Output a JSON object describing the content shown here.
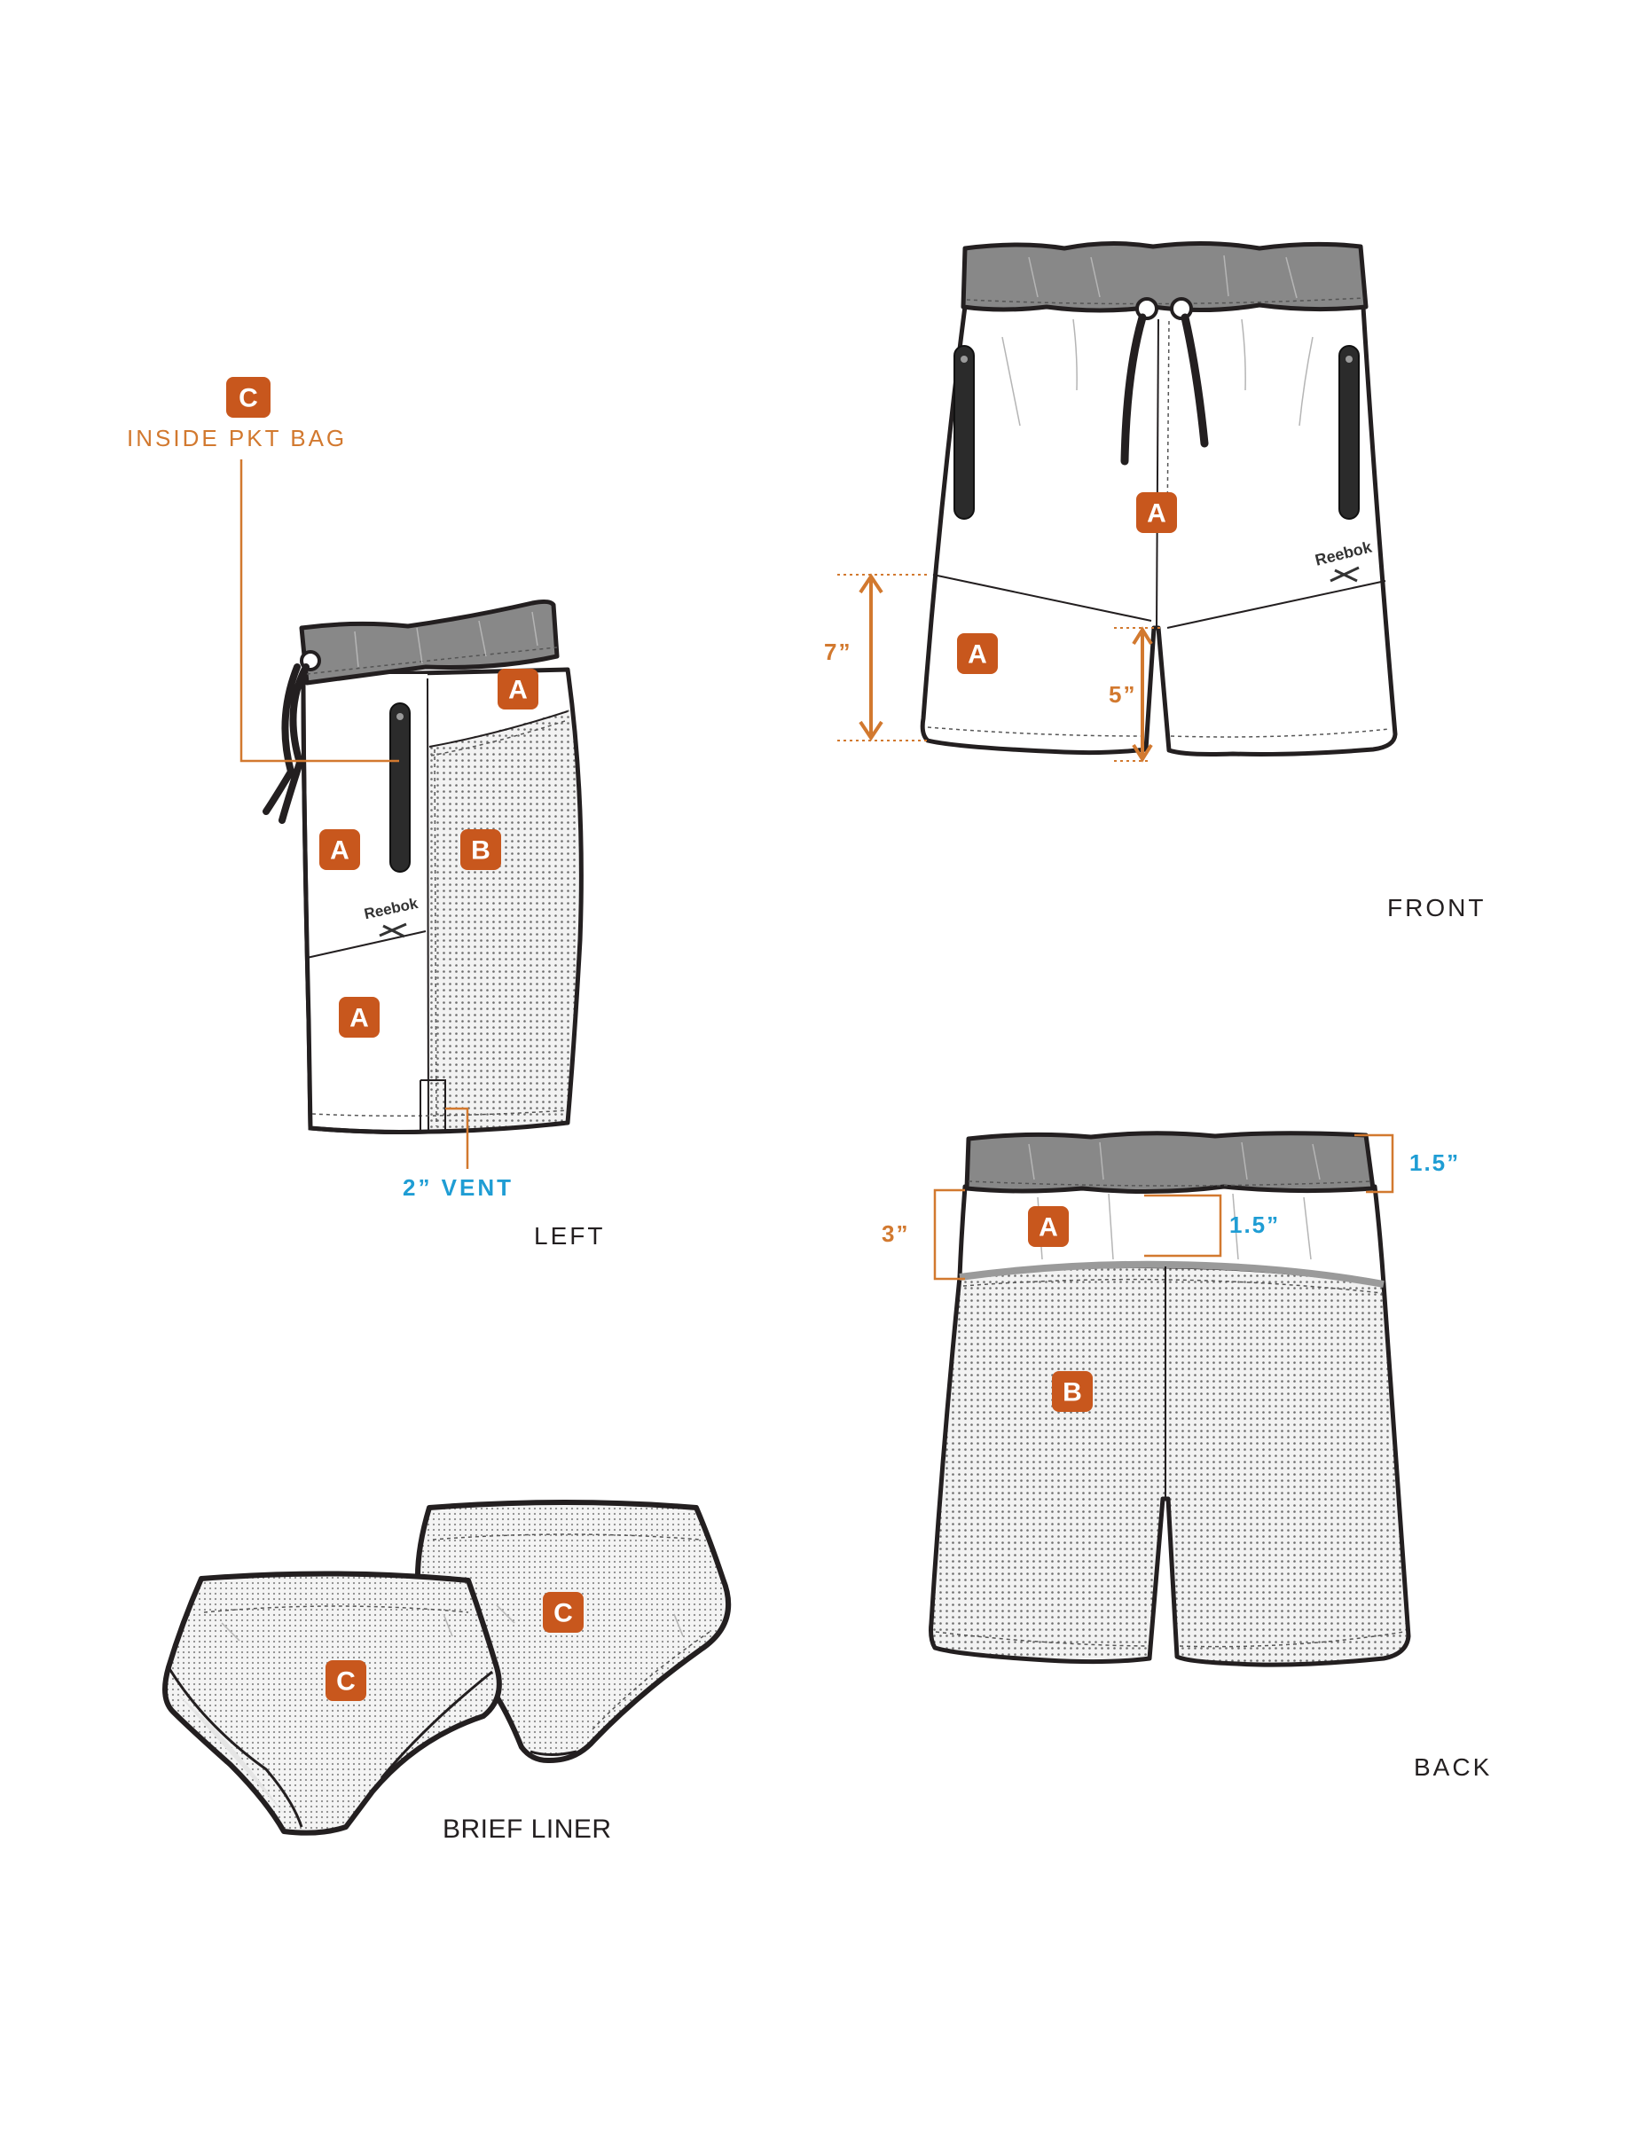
{
  "colors": {
    "badge": "#c8571d",
    "dim_orange": "#d2792f",
    "dim_blue": "#1f9dd4",
    "waistband": "#888888",
    "mesh_fill": "#ededed",
    "outline": "#231f20"
  },
  "brand_logo_text": "Reebok",
  "views": {
    "front": {
      "label": "FRONT",
      "badges": [
        "A",
        "A"
      ],
      "dims": {
        "side_length": "7”",
        "inseam": "5”"
      }
    },
    "left": {
      "label": "LEFT",
      "badges": [
        "A",
        "A",
        "B",
        "A",
        "C"
      ],
      "callout_pocket": "INSIDE PKT BAG",
      "callout_vent": "2” VENT"
    },
    "back": {
      "label": "BACK",
      "badges": [
        "A",
        "B"
      ],
      "dims": {
        "waistband": "1.5”",
        "yoke_inner": "1.5”",
        "yoke_outer": "3”"
      }
    },
    "liner": {
      "label": "BRIEF LINER",
      "badges": [
        "C",
        "C"
      ]
    }
  }
}
